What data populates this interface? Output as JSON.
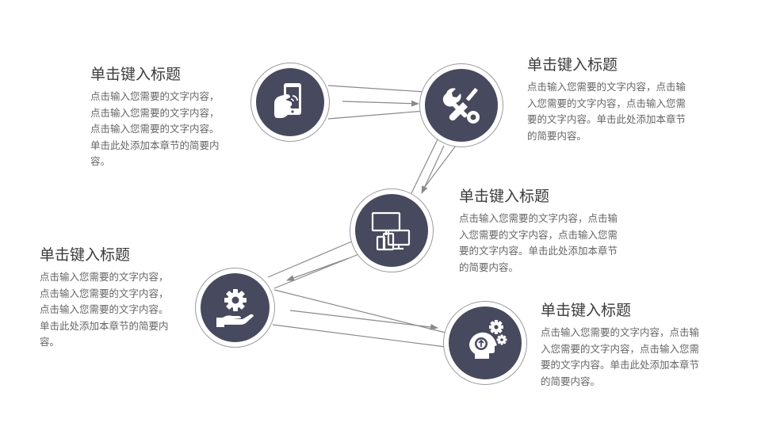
{
  "colors": {
    "node_fill": "#474a5e",
    "node_ring": "#9a9aa3",
    "connector": "#8a8a8a",
    "title_text": "#3a3a3a",
    "body_text": "#666666"
  },
  "steps": [
    {
      "icon": "phone-tap-icon",
      "title": "单击键入标题",
      "lines": [
        "点击输入您需要的文字内容，",
        "点击输入您需要的文字内容，",
        "点击输入您需要的文字内容。",
        "单击此处添加本章节的简要内",
        "容。"
      ]
    },
    {
      "icon": "wrench-screwdriver-icon",
      "title": "单击键入标题",
      "lines": [
        "点击输入您需要的文字内容，点击输",
        "入您需要的文字内容，点击输入您需",
        "要的文字内容。单击此处添加本章节",
        "的简要内容。"
      ]
    },
    {
      "icon": "devices-icon",
      "title": "单击键入标题",
      "lines": [
        "点击输入您需要的文字内容，点击输",
        "入您需要的文字内容，点击输入您需",
        "要的文字内容。单击此处添加本章节",
        "的简要内容。"
      ]
    },
    {
      "icon": "hand-gear-icon",
      "title": "单击键入标题",
      "lines": [
        "点击输入您需要的文字内容，",
        "点击输入您需要的文字内容，",
        "点击输入您需要的文字内容。",
        "单击此处添加本章节的简要内",
        "容。"
      ]
    },
    {
      "icon": "head-gears-icon",
      "title": "单击键入标题",
      "lines": [
        "点击输入您需要的文字内容，点击输",
        "入您需要的文字内容，点击输入您需",
        "要的文字内容。单击此处添加本章节",
        "的简要内容。"
      ]
    }
  ]
}
